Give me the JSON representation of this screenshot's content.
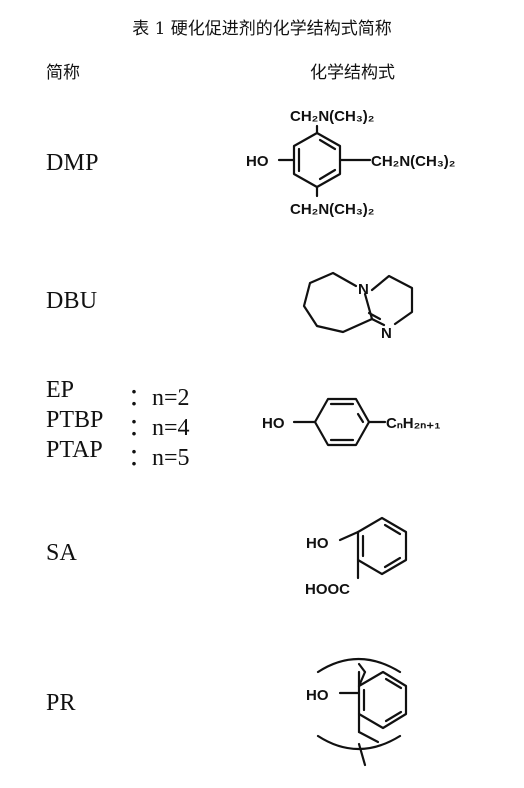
{
  "caption": "表 1  硬化促进剂的化学结构式简称",
  "header": {
    "abbr_label": "简称",
    "structure_label": "化学结构式"
  },
  "rows": {
    "dmp": {
      "abbr": "DMP"
    },
    "dbu": {
      "abbr": "DBU"
    },
    "ep": {
      "abbr": "EP",
      "n_value": "：n=2"
    },
    "ptbp": {
      "abbr": "PTBP",
      "n_value": "：n=4"
    },
    "ptap": {
      "abbr": "PTAP",
      "n_value": "：n=5"
    },
    "sa": {
      "abbr": "SA"
    },
    "pr": {
      "abbr": "PR"
    }
  },
  "structures": {
    "dmp": {
      "top_group": "CH₂N(CH₃)₂",
      "left_group": "HO",
      "right_group": "CH₂N(CH₃)₂",
      "bottom_group": "CH₂N(CH₃)₂"
    },
    "dbu": {
      "atom_n1": "N",
      "atom_n2": "N"
    },
    "phenol": {
      "left_group": "HO",
      "right_group": "CₙH₂ₙ₊₁"
    },
    "sa": {
      "top_group": "HO",
      "bottom_group": "HOOC"
    },
    "pr": {
      "group": "HO"
    }
  }
}
